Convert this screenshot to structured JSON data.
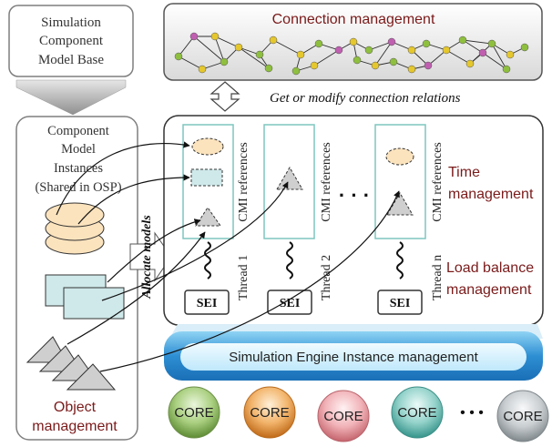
{
  "model_base": {
    "lines": [
      "Simulation",
      "Component",
      "Model Base"
    ]
  },
  "connection": {
    "title": "Connection management"
  },
  "get_modify": "Get or modify connection relations",
  "instances": {
    "lines": [
      "Component",
      "Model",
      "Instances",
      "(Shared in OSP)"
    ]
  },
  "allocate": "Allocate models",
  "cmi": "CMI references",
  "threads": [
    "Thread 1",
    "Thread 2",
    "Thread n"
  ],
  "sei": "SEI",
  "dots": "· · ·",
  "time_mgmt": [
    "Time",
    "management"
  ],
  "load_mgmt": [
    "Load balance",
    "management"
  ],
  "object_mgmt": [
    "Object",
    "management"
  ],
  "engine_mgmt": "Simulation Engine Instance management",
  "core": "CORE",
  "core_dots": "• • •",
  "colors": {
    "dark_red": "#7a1a1a",
    "core_green": "#7aa54a",
    "core_orange": "#e08a30",
    "core_pink": "#e08b93",
    "core_teal": "#54b0a8",
    "core_gray": "#a5acaf",
    "teal_box": "#7fc6bf"
  }
}
